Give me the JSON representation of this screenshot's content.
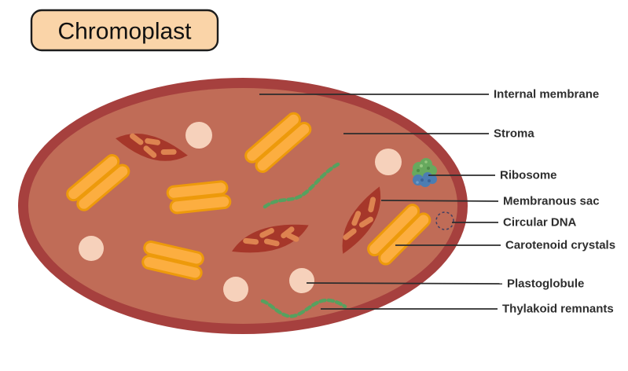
{
  "title": "Chromoplast",
  "labels": {
    "internal_membrane": "Internal membrane",
    "stroma": "Stroma",
    "ribosome": "Ribosome",
    "membranous_sac": "Membranous sac",
    "circular_dna": "Circular DNA",
    "carotenoid_crystals": "Carotenoid crystals",
    "plastoglobule": "Plastoglobule",
    "thylakoid_remnants": "Thylakoid remnants"
  },
  "structures": {
    "carotenoid_crystal_groups": 5,
    "membranous_sacs": 3,
    "plastoglobules": 5,
    "thylakoid_remnants": 2,
    "ribosomes": 1,
    "circular_dna": 1
  },
  "colors": {
    "membrane_border": "#A6403E",
    "stroma_fill": "#C06C57",
    "carotenoid_fill": "#FCAE40",
    "carotenoid_stroke": "#ED9A0B",
    "membranous_sac": "#A6372A",
    "sac_inclusions": "#DD8350",
    "plastoglobule": "#F6D1BB",
    "ribosome_green": "#67A95E",
    "ribosome_blue": "#4C7DB2",
    "thylakoid_green": "#56A15F",
    "dna_stroke": "#3F3F63",
    "title_box_fill": "#FAD4A8",
    "label_text": "#2e2e2e",
    "background": "#ffffff"
  }
}
